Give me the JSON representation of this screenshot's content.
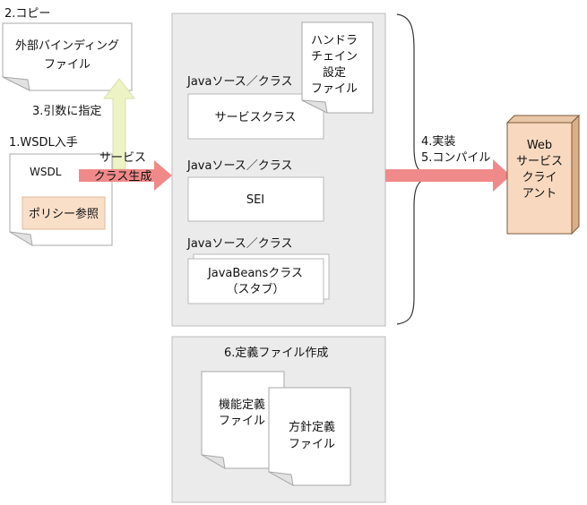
{
  "steps": {
    "copy": "2.コピー",
    "args": "3.引数に指定",
    "wsdl_get": "1.WSDL入手",
    "implement": "4.実装",
    "compile": "5.コンパイル",
    "def_file": "6.定義ファイル作成"
  },
  "docs": {
    "external_binding": [
      "外部バインディング",
      "ファイル"
    ],
    "wsdl": "WSDL",
    "policy_ref": "ポリシー参照",
    "handler_chain": [
      "ハンドラ",
      "チェイン",
      "設定",
      "ファイル"
    ],
    "feature_def": [
      "機能定義",
      "ファイル"
    ],
    "policy_def": [
      "方針定義",
      "ファイル"
    ]
  },
  "arrows": {
    "gen_label": [
      "サービス",
      "クラス生成"
    ]
  },
  "java": {
    "section_label": "Javaソース／クラス",
    "service_class": "サービスクラス",
    "sei": "SEI",
    "javabeans": [
      "JavaBeansクラス",
      "（スタブ）"
    ]
  },
  "client": {
    "label": [
      "Web",
      "サービス",
      "クライ",
      "アント"
    ]
  },
  "colors": {
    "panel_fill": "#ebebeb",
    "panel_stroke": "#bdbdbd",
    "red_arrow": "#f08a8a",
    "yellow_arrow": "#eef3c6",
    "policy_box": "#f9dfc8",
    "client_fill": "#f8d9bf"
  }
}
